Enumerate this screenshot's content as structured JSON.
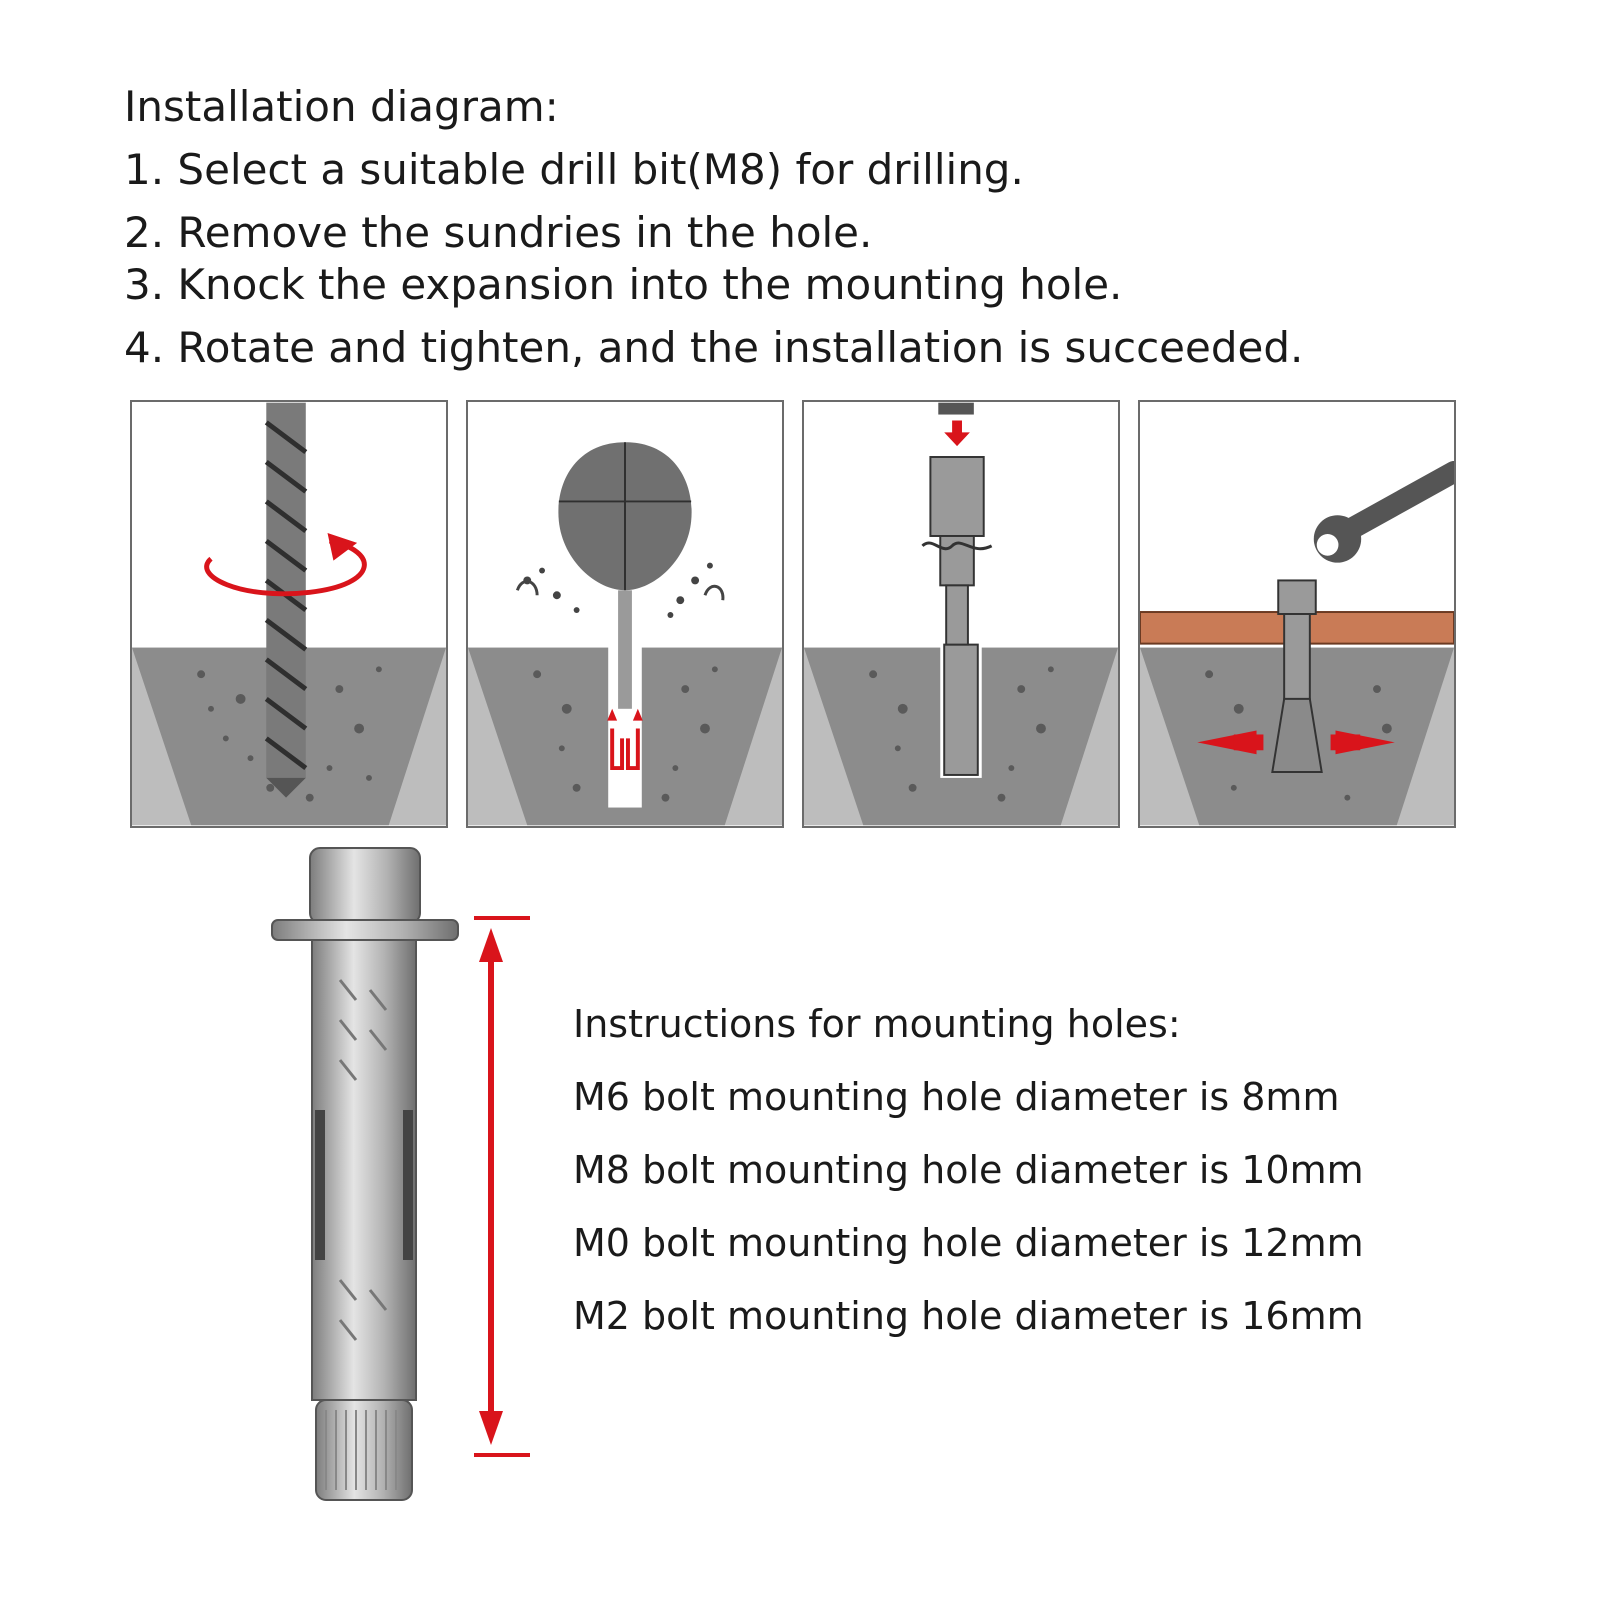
{
  "intro": {
    "heading": "Installation diagram:",
    "steps": [
      "1. Select a suitable drill bit(M8) for drilling.",
      "2. Remove the sundries in the hole.",
      "3. Knock the expansion into the mounting hole.",
      "4. Rotate and tighten, and the installation is succeeded."
    ]
  },
  "panels": [
    {
      "icon": "drill-bit-icon"
    },
    {
      "icon": "blower-bulb-icon"
    },
    {
      "icon": "hammer-insert-icon"
    },
    {
      "icon": "wrench-tighten-icon"
    }
  ],
  "mounting_holes": {
    "heading": "Instructions for mounting holes:",
    "lines": [
      "M6 bolt mounting hole diameter is 8mm",
      "M8 bolt mounting hole diameter is 10mm",
      "M0 bolt mounting hole diameter is 12mm",
      "M2 bolt mounting hole diameter is 16mm"
    ]
  },
  "colors": {
    "accent_red": "#d9141b",
    "concrete": "#bdbdbd",
    "steel": "#9a9a9a",
    "plate": "#c97b56"
  }
}
